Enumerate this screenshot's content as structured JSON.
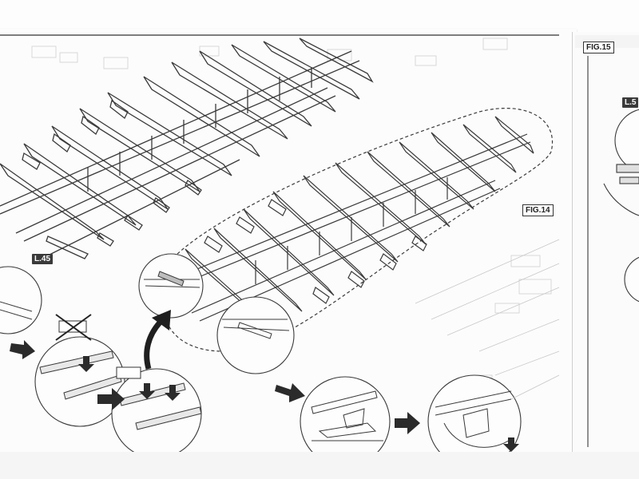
{
  "document": {
    "left_page": {
      "part_labels": [
        {
          "id": "l45",
          "text": "L.45"
        },
        {
          "id": "l5x",
          "text": "L.5"
        }
      ],
      "figure_labels": [
        {
          "id": "fig14",
          "text": "FIG.14"
        }
      ]
    },
    "right_page": {
      "figure_labels": [
        {
          "id": "fig15",
          "text": "FIG.15"
        }
      ]
    }
  },
  "colors": {
    "paper": "#fdfdfd",
    "line": "#3a3a3a",
    "arrow": "#2b2b2b",
    "background_edge": "#f2f2f2"
  },
  "icons": [
    "rotate-arrow-icon",
    "crossed-out-icon",
    "down-arrow-icon",
    "right-arrow-icon"
  ]
}
